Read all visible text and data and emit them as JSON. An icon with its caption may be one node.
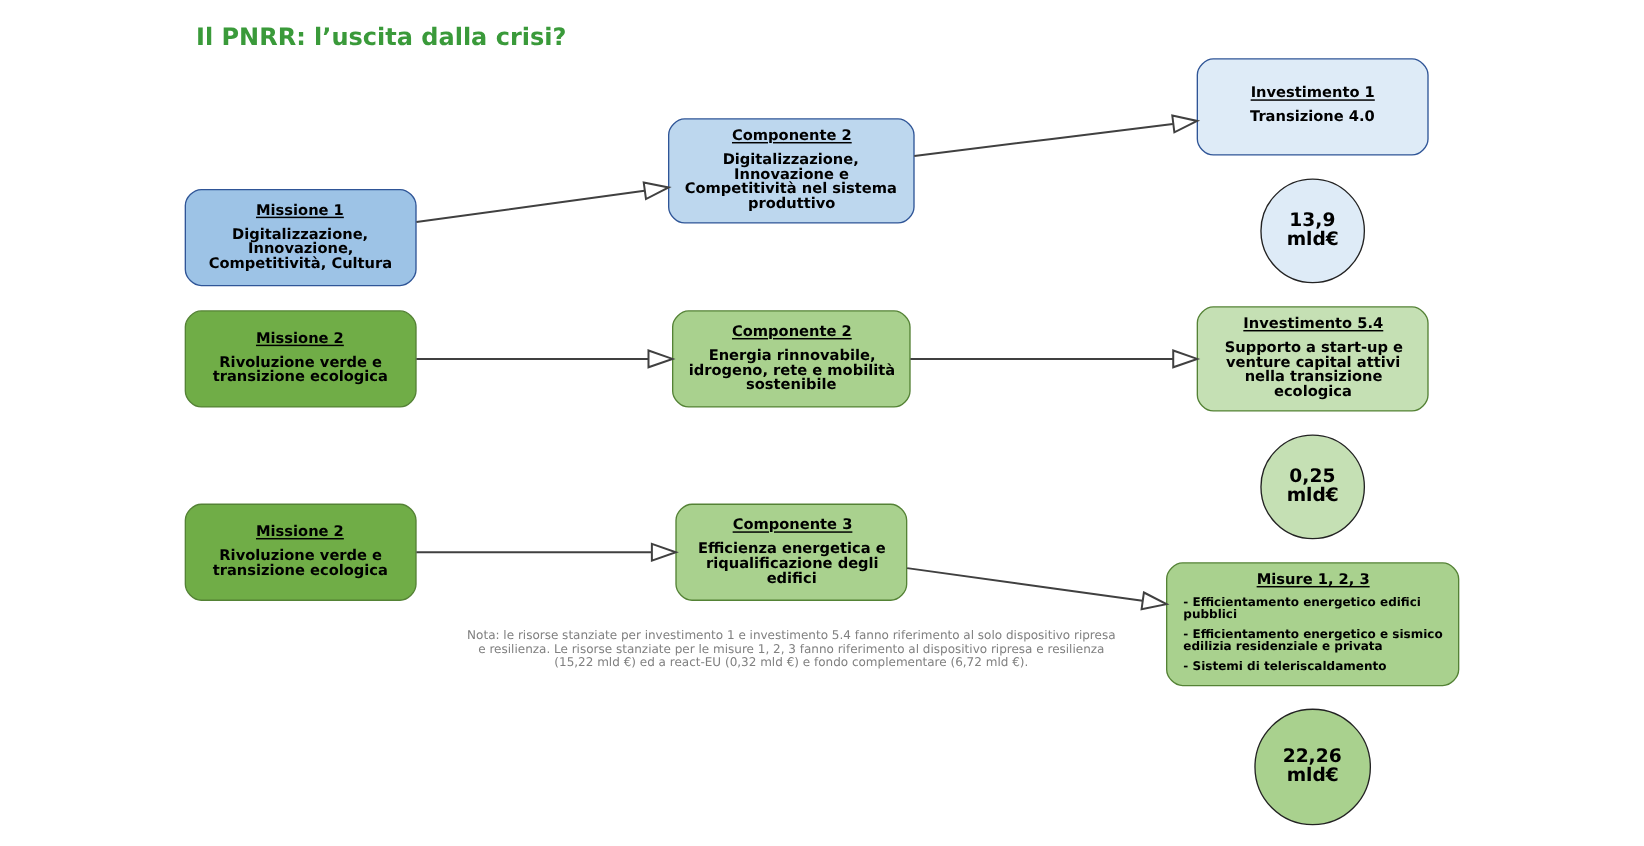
{
  "diagram": {
    "title": "Il PNRR: l’uscita dalla crisi?",
    "caption": "Nota: le risorse stanziate per investimento 1 e investimento 5.4 fanno riferimento al solo dispositivo ripresa e resilienza. Le risorse stanziate per le misure 1, 2, 3 fanno riferimento al dispositivo ripresa e resilienza (15,22 mld €) ed a react-EU (0,32 mld €) e fondo complementare (6,72 mld €).",
    "nodes": [
      {
        "text": [
          "Missione 1",
          "Digitalizzazione, Innovazione, Competitività, Cultura"
        ]
      },
      {
        "text": [
          "Componente 2",
          "Digitalizzazione, Innovazione e Competitività nel sistema produttivo"
        ]
      },
      {
        "text": [
          "Investimento 1",
          "Transizione 4.0"
        ]
      },
      {
        "text": [
          "13,9 mld€"
        ]
      },
      {
        "text": [
          "Missione 2",
          "Rivoluzione verde e transizione ecologica"
        ]
      },
      {
        "text": [
          "Componente 2",
          "Energia rinnovabile, idrogeno, rete e mobilità sostenibile"
        ]
      },
      {
        "text": [
          "Investimento 5.4",
          "Supporto a start-up e venture capital attivi nella transizione ecologica"
        ]
      },
      {
        "text": [
          "0,25 mld€"
        ]
      },
      {
        "text": [
          "Missione 2",
          "Rivoluzione verde e transizione ecologica"
        ]
      },
      {
        "text": [
          "Componente 3",
          "Efficienza energetica e riqualificazione degli edifici"
        ]
      },
      {
        "text": [
          "Misure 1, 2, 3",
          "- Efficientamento energetico edifici pubblici",
          "- Efficientamento energetico e sismico edilizia residenziale e privata",
          "- Sistemi di teleriscaldamento"
        ]
      },
      {
        "text": [
          "22,26 mld€"
        ]
      }
    ],
    "edges": [
      {
        "from": 0,
        "to": 1,
        "arrow": "to"
      },
      {
        "from": 1,
        "to": 2,
        "arrow": "to"
      },
      {
        "from": 4,
        "to": 5,
        "arrow": "to"
      },
      {
        "from": 5,
        "to": 6,
        "arrow": "to"
      },
      {
        "from": 8,
        "to": 9,
        "arrow": "to"
      },
      {
        "from": 9,
        "to": 10,
        "arrow": "to"
      }
    ]
  }
}
